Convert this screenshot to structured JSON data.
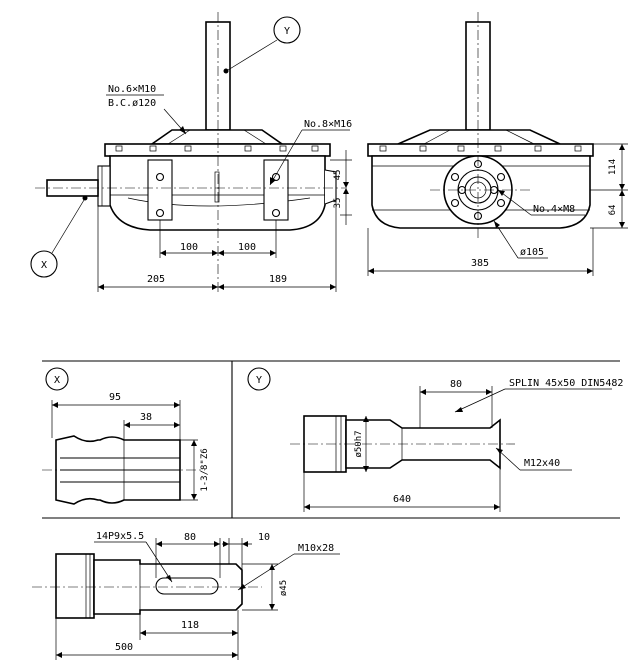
{
  "callouts": {
    "x_letter": "X",
    "y_letter": "Y",
    "bolt_pattern_line1": "No.6×M10",
    "bolt_pattern_line2": "B.C.ø120",
    "side_bolts": "No.8×M16",
    "flange_bolts": "No.4×M8",
    "flange_dia": "ø105"
  },
  "dims": {
    "d100_left": "100",
    "d100_right": "100",
    "d205": "205",
    "d189": "189",
    "d45": "45",
    "d35": "35",
    "d114": "114",
    "d64": "64",
    "d385": "385"
  },
  "detail_x": {
    "letter": "X",
    "d95": "95",
    "d38": "38",
    "spline": "1-3/8\"Z6"
  },
  "detail_y": {
    "letter": "Y",
    "d80": "80",
    "spline_note": "SPLIN 45x50 DIN5482",
    "shaft_dia": "ø50h7",
    "thread": "M12x40",
    "d640": "640"
  },
  "shaft_detail": {
    "key": "14P9x5.5",
    "d80": "80",
    "d10": "10",
    "thread": "M10x28",
    "dia": "ø45",
    "d118": "118",
    "d500": "500"
  }
}
